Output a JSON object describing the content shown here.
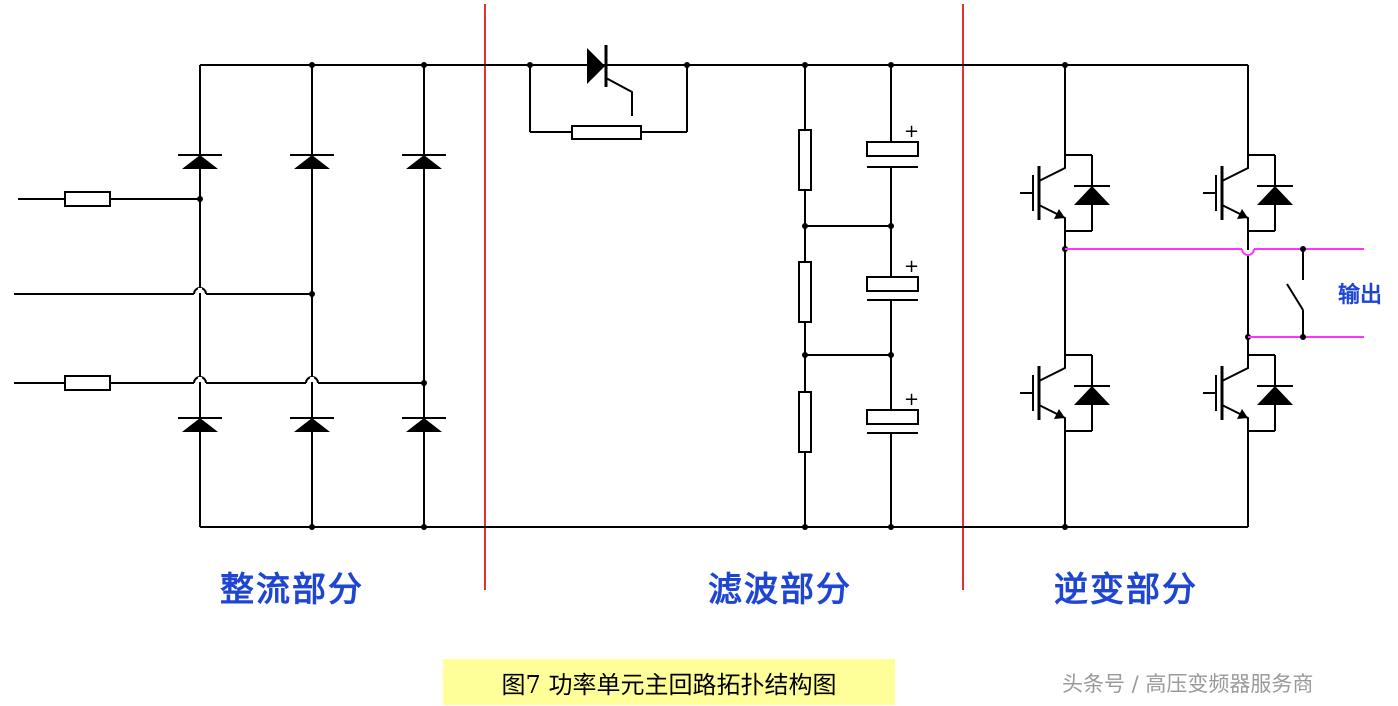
{
  "labels": {
    "rectifier": "整流部分",
    "filter": "滤波部分",
    "inverter": "逆变部分",
    "output": "输出"
  },
  "caption": "图7  功率单元主回路拓扑结构图",
  "watermark": "头条号 / 高压变频器服务商",
  "colors": {
    "wire": "#000000",
    "divider": "#e03030",
    "output_wire": "#ff33ff",
    "label_text": "#1e46d2",
    "caption_bg": "#ffff99",
    "watermark_text": "#9a9a9a"
  },
  "icons": [
    "diode-icon",
    "thyristor-icon",
    "resistor-icon",
    "fuse-icon",
    "capacitor-icon",
    "igbt-icon",
    "switch-icon"
  ]
}
